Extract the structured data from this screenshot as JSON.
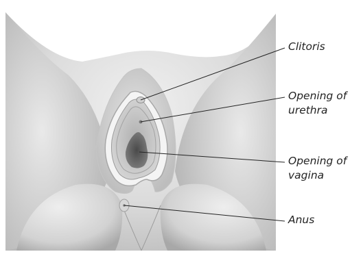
{
  "labels": {
    "clitoris": "Clitoris",
    "urethra": {
      "line1": "Opening of",
      "line2": "urethra"
    },
    "vagina": {
      "line1": "Opening of",
      "line2": "vagina"
    },
    "anus": "Anus"
  },
  "colors": {
    "background": "#ffffff",
    "skin_light": "#eeeeee",
    "skin_mid": "#d8d8d8",
    "skin_dark": "#a9a9a9",
    "inner_dark": "#6f6f6f",
    "leader_line": "#222222",
    "text": "#222222"
  }
}
